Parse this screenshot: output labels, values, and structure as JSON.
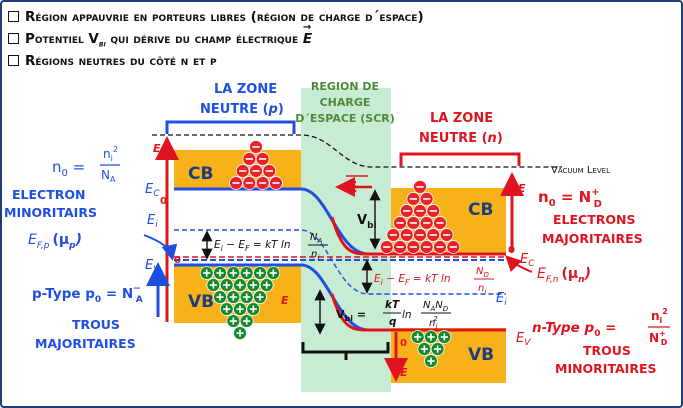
{
  "bullets": [
    "Région appauvrie en porteurs libres (région de charge d´espace)",
    "Potentiel V",
    "Régions neutres du côté n et p"
  ],
  "bullet2_sub": "bi",
  "bullet2_tail": " qui dérive du champ électrique ",
  "bullet2_vec": "E",
  "left": {
    "title_line1": "LA ZONE",
    "title_line2_a": "NEUTRE (",
    "title_line2_b": "p",
    "title_line2_c": ")",
    "n0_lhs": "n",
    "n0_sub": "0",
    "n0_eq": " = ",
    "n0_num": "n",
    "n0_num_sub": "i",
    "n0_num_sup": "2",
    "n0_den": "N",
    "n0_den_sub": "A",
    "electron_line1": "ELECTRON",
    "electron_line2": "MINORITAIRS",
    "efp_label": "E",
    "efp_sub": "F,p",
    "efp_mu": "(μ",
    "efp_mu_sub": "p",
    "efp_close": ")",
    "ptype_a": "p-Type p",
    "ptype_sub": "0",
    "ptype_eq": " = N",
    "ptype_sup": "−",
    "ptype_sub2": "A",
    "trous_line1": "TROUS",
    "trous_line2": "MAJORITAIRES",
    "cb": "CB",
    "vb": "VB",
    "ec": "E",
    "ec_sub": "C",
    "ev": "E",
    "ev_sub": "V",
    "ei": "E",
    "ei_sub": "i",
    "e_arrow": "E",
    "zero": "0"
  },
  "middle": {
    "title_line1": "REGION DE",
    "title_line2": "CHARGE",
    "title_line3": "D´ESPACE (SCR)",
    "field": "E",
    "vbi": "V",
    "vbi_sub": "bi",
    "eq_left": "E",
    "eq_left_i": "i",
    "eq_left_mid": " − E",
    "eq_left_f": "F",
    "eq_left_rest": " = kT ln",
    "eq_left_num": "N",
    "eq_left_num_sub": "A",
    "eq_left_den": "n",
    "eq_left_den_sub": "i",
    "eq_right_num": "N",
    "eq_right_num_sub": "D",
    "eq_right_den": "n",
    "eq_right_den_sub": "i",
    "vbi_eq": "V",
    "vbi_eq_sub": "bi",
    "vbi_eq_mid": " = ",
    "kt": "kT",
    "q": "q",
    "ln": " ln",
    "na_nd": "N",
    "na_nd_sub1": "A",
    "na_nd_sub2": "D",
    "ni2": "n",
    "ni2_sub": "i",
    "ni2_sup": "2"
  },
  "right": {
    "title_line1": "LA ZONE",
    "title_line2_a": "NEUTRE (",
    "title_line2_b": "n",
    "title_line2_c": ")",
    "vacuum": "Vacuum Level",
    "n0": "n",
    "n0_sub": "0",
    "n0_eq": " = N",
    "n0_sup": "+",
    "n0_sub2": "D",
    "electrons_line1": "ELECTRONS",
    "electrons_line2": "MAJORITAIRES",
    "efn": "E",
    "efn_sub": "F,n",
    "efn_mu": "(μ",
    "efn_mu_sub": "n",
    "efn_close": ")",
    "ntype_a": "n-Type p",
    "ntype_sub": "0",
    "ntype_eq": " = ",
    "ntype_num": "n",
    "ntype_num_sub": "i",
    "ntype_num_sup": "2",
    "ntype_den": "N",
    "ntype_den_sup": "+",
    "ntype_den_sub": "D",
    "trous_line1": "TROUS",
    "trous_line2": "MINORITAIRES",
    "cb": "CB",
    "vb": "VB",
    "ec": "E",
    "ec_sub": "C",
    "ev": "E",
    "ev_sub": "V",
    "ei": "E",
    "ei_sub": "i",
    "e_arrow": "E",
    "zero": "0"
  },
  "colors": {
    "blue": "#1f4fe0",
    "red": "#e0141e",
    "gold": "#f7b21a",
    "green_band": "#c7ecd3",
    "green_text": "#4e8a3a",
    "ball_red": "#e8232b",
    "ball_green": "#178a2e"
  }
}
